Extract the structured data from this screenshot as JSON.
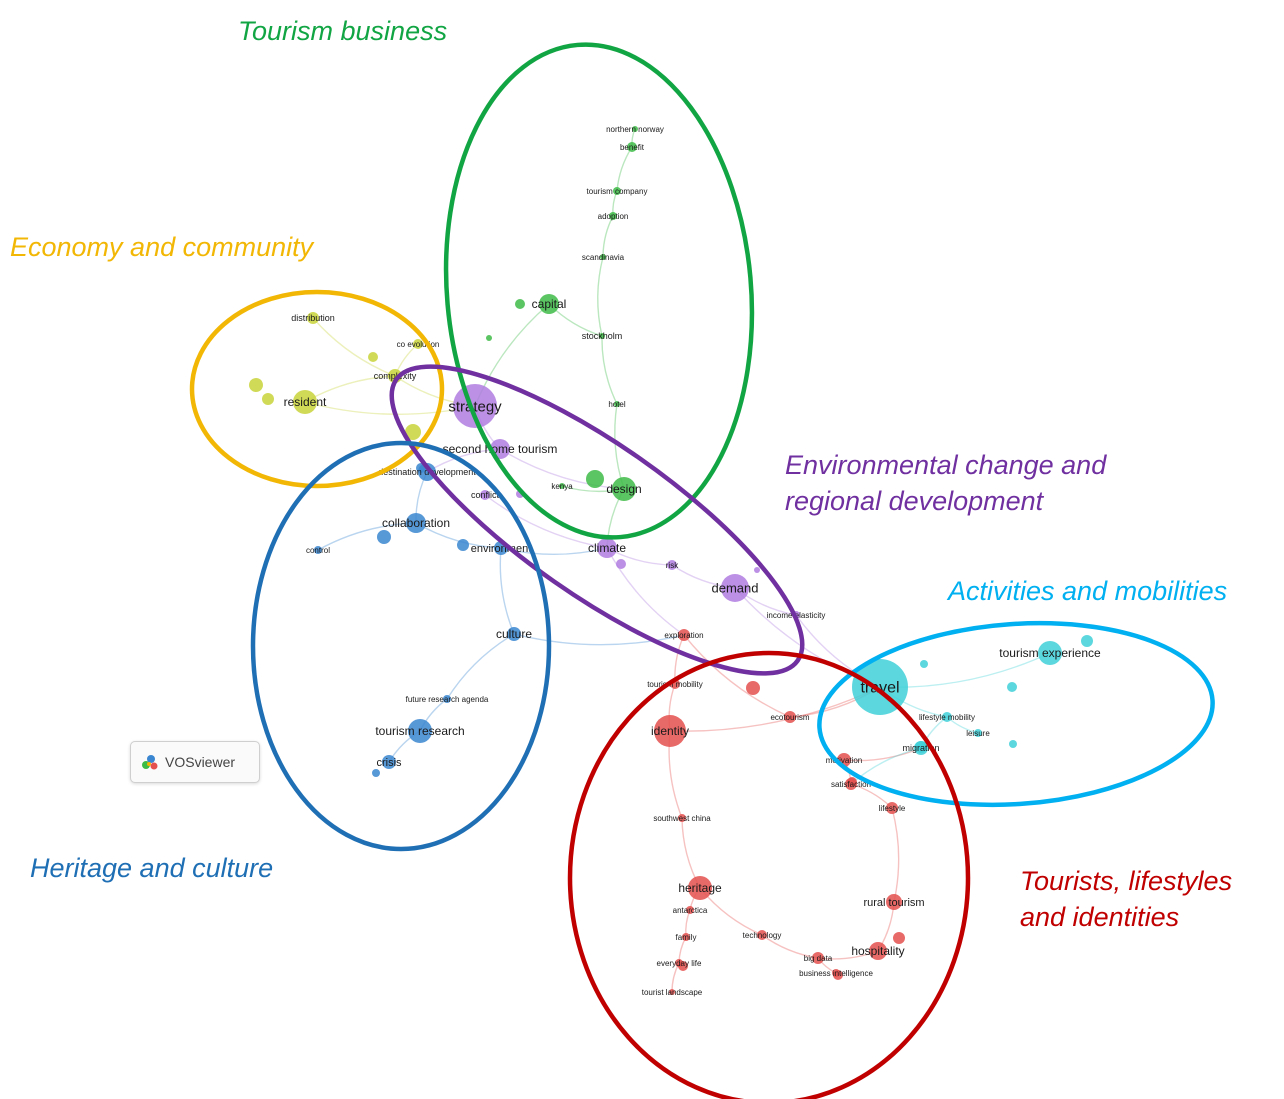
{
  "clusters": [
    {
      "id": "green",
      "label": "Tourism business",
      "color": "#12a544"
    },
    {
      "id": "yellow",
      "label": "Economy and community",
      "color": "#f2b705"
    },
    {
      "id": "purple",
      "label": "Environmental change and regional development",
      "color": "#7030a0"
    },
    {
      "id": "cyan",
      "label": "Activities and mobilities",
      "color": "#00b0f0"
    },
    {
      "id": "blue",
      "label": "Heritage and culture",
      "color": "#1f6fb5"
    },
    {
      "id": "red",
      "label": "Tourists, lifestyles and identities",
      "color": "#c00000"
    }
  ],
  "node_colors": {
    "green": "#3dbb47",
    "yellow": "#c9d33a",
    "purple": "#b07de0",
    "cyan": "#3fd0d8",
    "blue": "#3a86d0",
    "red": "#e4504e"
  },
  "terms": [
    {
      "id": "northern_norway",
      "text": "northern norway",
      "cluster": "green"
    },
    {
      "id": "benefit",
      "text": "benefit",
      "cluster": "green"
    },
    {
      "id": "tourism_company",
      "text": "tourism company",
      "cluster": "green"
    },
    {
      "id": "adoption",
      "text": "adoption",
      "cluster": "green"
    },
    {
      "id": "scandinavia",
      "text": "scandinavia",
      "cluster": "green"
    },
    {
      "id": "capital",
      "text": "capital",
      "cluster": "green"
    },
    {
      "id": "stockholm",
      "text": "stockholm",
      "cluster": "green"
    },
    {
      "id": "hotel",
      "text": "hotel",
      "cluster": "green"
    },
    {
      "id": "kenya",
      "text": "kenya",
      "cluster": "green"
    },
    {
      "id": "design",
      "text": "design",
      "cluster": "green"
    },
    {
      "id": "distribution",
      "text": "distribution",
      "cluster": "yellow"
    },
    {
      "id": "co_evolution",
      "text": "co evolution",
      "cluster": "yellow"
    },
    {
      "id": "complexity",
      "text": "complexity",
      "cluster": "yellow"
    },
    {
      "id": "resident",
      "text": "resident",
      "cluster": "yellow"
    },
    {
      "id": "strategy",
      "text": "strategy",
      "cluster": "purple"
    },
    {
      "id": "second_home_tourism",
      "text": "second home tourism",
      "cluster": "purple"
    },
    {
      "id": "conflict",
      "text": "conflict",
      "cluster": "purple"
    },
    {
      "id": "climate",
      "text": "climate",
      "cluster": "purple"
    },
    {
      "id": "risk",
      "text": "risk",
      "cluster": "purple"
    },
    {
      "id": "demand",
      "text": "demand",
      "cluster": "purple"
    },
    {
      "id": "income_elasticity",
      "text": "income elasticity",
      "cluster": "purple"
    },
    {
      "id": "destination_development",
      "text": "destination development",
      "cluster": "blue"
    },
    {
      "id": "collaboration",
      "text": "collaboration",
      "cluster": "blue"
    },
    {
      "id": "control",
      "text": "control",
      "cluster": "blue"
    },
    {
      "id": "environment",
      "text": "environment",
      "cluster": "blue"
    },
    {
      "id": "culture",
      "text": "culture",
      "cluster": "blue"
    },
    {
      "id": "future_research_agenda",
      "text": "future research agenda",
      "cluster": "blue"
    },
    {
      "id": "tourism_research",
      "text": "tourism research",
      "cluster": "blue"
    },
    {
      "id": "crisis",
      "text": "crisis",
      "cluster": "blue"
    },
    {
      "id": "exploration",
      "text": "exploration",
      "cluster": "red"
    },
    {
      "id": "tourism_mobility",
      "text": "tourism mobility",
      "cluster": "red"
    },
    {
      "id": "identity",
      "text": "identity",
      "cluster": "red"
    },
    {
      "id": "ecotourism",
      "text": "ecotourism",
      "cluster": "red"
    },
    {
      "id": "motivation",
      "text": "motivation",
      "cluster": "red"
    },
    {
      "id": "satisfaction",
      "text": "satisfaction",
      "cluster": "red"
    },
    {
      "id": "lifestyle",
      "text": "lifestyle",
      "cluster": "red"
    },
    {
      "id": "southwest_china",
      "text": "southwest china",
      "cluster": "red"
    },
    {
      "id": "heritage",
      "text": "heritage",
      "cluster": "red"
    },
    {
      "id": "antarctica",
      "text": "antarctica",
      "cluster": "red"
    },
    {
      "id": "family",
      "text": "family",
      "cluster": "red"
    },
    {
      "id": "everyday_life",
      "text": "everyday life",
      "cluster": "red"
    },
    {
      "id": "tourist_landscape",
      "text": "tourist landscape",
      "cluster": "red"
    },
    {
      "id": "technology",
      "text": "technology",
      "cluster": "red"
    },
    {
      "id": "big_data",
      "text": "big data",
      "cluster": "red"
    },
    {
      "id": "business_intelligence",
      "text": "business intelligence",
      "cluster": "red"
    },
    {
      "id": "hospitality",
      "text": "hospitality",
      "cluster": "red"
    },
    {
      "id": "rural_tourism",
      "text": "rural tourism",
      "cluster": "red"
    },
    {
      "id": "travel",
      "text": "travel",
      "cluster": "cyan"
    },
    {
      "id": "tourism_experience",
      "text": "tourism experience",
      "cluster": "cyan"
    },
    {
      "id": "lifestyle_mobility",
      "text": "lifestyle mobility",
      "cluster": "cyan"
    },
    {
      "id": "leisure",
      "text": "leisure",
      "cluster": "cyan"
    },
    {
      "id": "migration",
      "text": "migration",
      "cluster": "cyan"
    }
  ],
  "links": [
    [
      "northern_norway",
      "benefit"
    ],
    [
      "benefit",
      "tourism_company"
    ],
    [
      "tourism_company",
      "adoption"
    ],
    [
      "adoption",
      "scandinavia"
    ],
    [
      "scandinavia",
      "stockholm"
    ],
    [
      "stockholm",
      "hotel"
    ],
    [
      "hotel",
      "design"
    ],
    [
      "capital",
      "stockholm"
    ],
    [
      "capital",
      "strategy"
    ],
    [
      "kenya",
      "design"
    ],
    [
      "design",
      "climate"
    ],
    [
      "distribution",
      "complexity"
    ],
    [
      "co_evolution",
      "complexity"
    ],
    [
      "complexity",
      "resident"
    ],
    [
      "resident",
      "strategy"
    ],
    [
      "complexity",
      "strategy"
    ],
    [
      "strategy",
      "second_home_tourism"
    ],
    [
      "second_home_tourism",
      "destination_development"
    ],
    [
      "second_home_tourism",
      "design"
    ],
    [
      "conflict",
      "climate"
    ],
    [
      "climate",
      "risk"
    ],
    [
      "risk",
      "demand"
    ],
    [
      "demand",
      "income_elasticity"
    ],
    [
      "income_elasticity",
      "travel"
    ],
    [
      "demand",
      "travel"
    ],
    [
      "climate",
      "exploration"
    ],
    [
      "destination_development",
      "collaboration"
    ],
    [
      "collaboration",
      "control"
    ],
    [
      "collaboration",
      "environment"
    ],
    [
      "environment",
      "culture"
    ],
    [
      "culture",
      "future_research_agenda"
    ],
    [
      "future_research_agenda",
      "tourism_research"
    ],
    [
      "tourism_research",
      "crisis"
    ],
    [
      "culture",
      "exploration"
    ],
    [
      "environment",
      "climate"
    ],
    [
      "exploration",
      "tourism_mobility"
    ],
    [
      "tourism_mobility",
      "identity"
    ],
    [
      "identity",
      "southwest_china"
    ],
    [
      "southwest_china",
      "heritage"
    ],
    [
      "heritage",
      "antarctica"
    ],
    [
      "antarctica",
      "family"
    ],
    [
      "family",
      "everyday_life"
    ],
    [
      "everyday_life",
      "tourist_landscape"
    ],
    [
      "heritage",
      "technology"
    ],
    [
      "technology",
      "big_data"
    ],
    [
      "big_data",
      "business_intelligence"
    ],
    [
      "big_data",
      "hospitality"
    ],
    [
      "hospitality",
      "rural_tourism"
    ],
    [
      "rural_tourism",
      "lifestyle"
    ],
    [
      "lifestyle",
      "satisfaction"
    ],
    [
      "satisfaction",
      "motivation"
    ],
    [
      "motivation",
      "migration"
    ],
    [
      "ecotourism",
      "travel"
    ],
    [
      "identity",
      "travel"
    ],
    [
      "travel",
      "tourism_experience"
    ],
    [
      "travel",
      "lifestyle_mobility"
    ],
    [
      "lifestyle_mobility",
      "leisure"
    ],
    [
      "lifestyle_mobility",
      "migration"
    ],
    [
      "migration",
      "satisfaction"
    ],
    [
      "exploration",
      "ecotourism"
    ]
  ],
  "badge": {
    "text": "VOSviewer"
  }
}
